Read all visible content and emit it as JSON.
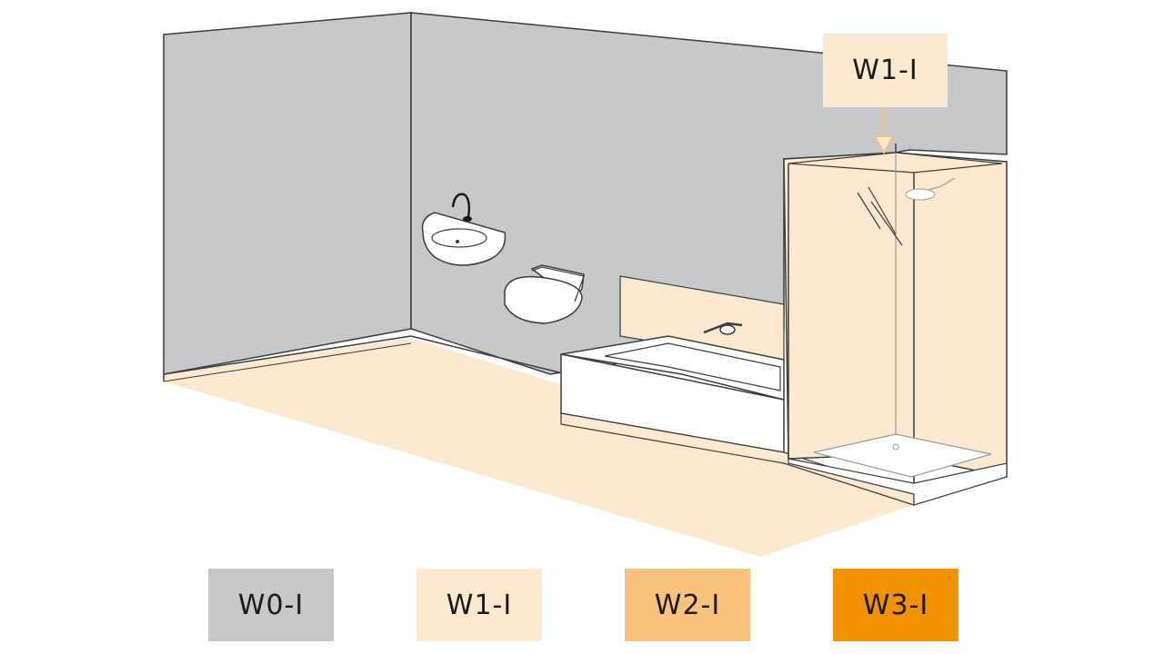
{
  "callout": {
    "label": "W1-I"
  },
  "legend": [
    {
      "label": "W0-I",
      "color": "#c7c8ca"
    },
    {
      "label": "W1-I",
      "color": "#fde9cf"
    },
    {
      "label": "W2-I",
      "color": "#f9c37d"
    },
    {
      "label": "W3-I",
      "color": "#f39200"
    }
  ],
  "colors": {
    "wall": "#c7c8ca",
    "outline": "#3c3c3c",
    "fixture_white": "#ffffff"
  }
}
